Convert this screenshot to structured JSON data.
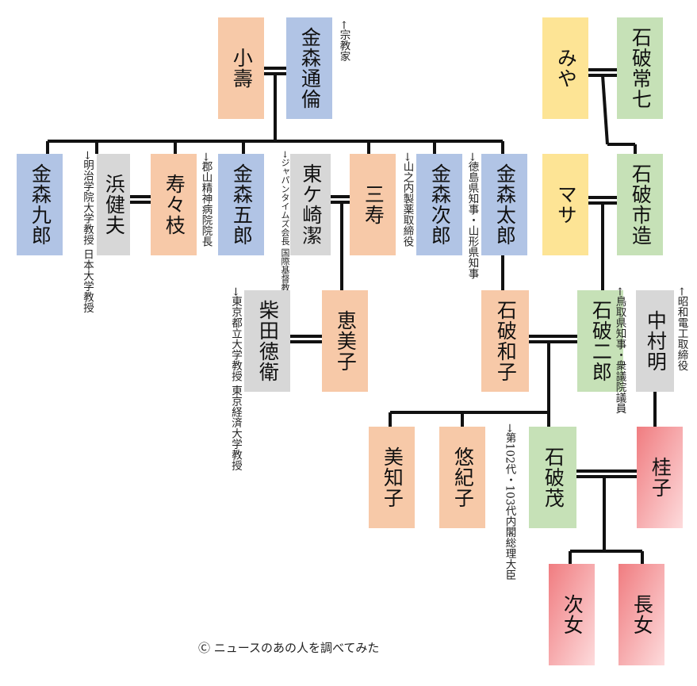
{
  "people": {
    "kotobuki_1": "小壽",
    "kanamori_michitomo": "金森通倫",
    "miya": "みや",
    "ishiba_tsuneshichi": "石破常七",
    "kanamori_kuro": "金森九郎",
    "hama_takeo": "浜健夫",
    "jujueda": "寿々枝",
    "kanamori_goro": "金森五郎",
    "higashi_kesaki_kiyoshi": "東ケ崎潔",
    "mikotobuki": "三寿",
    "kanamori_jiro": "金森次郎",
    "kanamori_taro": "金森太郎",
    "masa": "マサ",
    "ishiba_ichizo": "石破市造",
    "shibata_tokue": "柴田徳衛",
    "emiko": "恵美子",
    "ishiba_kazuko": "石破和子",
    "ishiba_jiro": "石破二郎",
    "nakamura_akira": "中村明",
    "michiko": "美知子",
    "yukiko": "悠紀子",
    "ishiba_shigeru": "石破茂",
    "keiko": "桂子",
    "jijo": "次女",
    "chojo": "長女"
  },
  "notes": {
    "michitomo": "←宗教家",
    "hama": "→明治学院大学教授",
    "hama2": "日本大学教授",
    "goro": "→郡山精神病院院長",
    "higashi": "→ジャパンタイムズ会長",
    "higashi2": "国際基督教大学理事長",
    "jiro_k": "→山之内製薬取締役",
    "taro_k": "→徳島県知事・山形県知事",
    "shibata": "→東京都立大学教授",
    "shibata2": "東京経済大学教授",
    "jiro_i": "←鳥取県知事・衆議院議員",
    "nakamura": "←昭和電工取締役",
    "shigeru": "→第102代・103代内閣総理大臣"
  },
  "footer": "Ⓒ ニュースのあの人を調べてみた",
  "colors": {
    "male_kanamori": "#b1c4e5",
    "female": "#f7c9a8",
    "in_law": "#d7d7d7",
    "ishiba_male": "#c6e1b7",
    "ishiba_female": "#fde495",
    "grandchildren": "#f07c80",
    "line": "#111111"
  }
}
